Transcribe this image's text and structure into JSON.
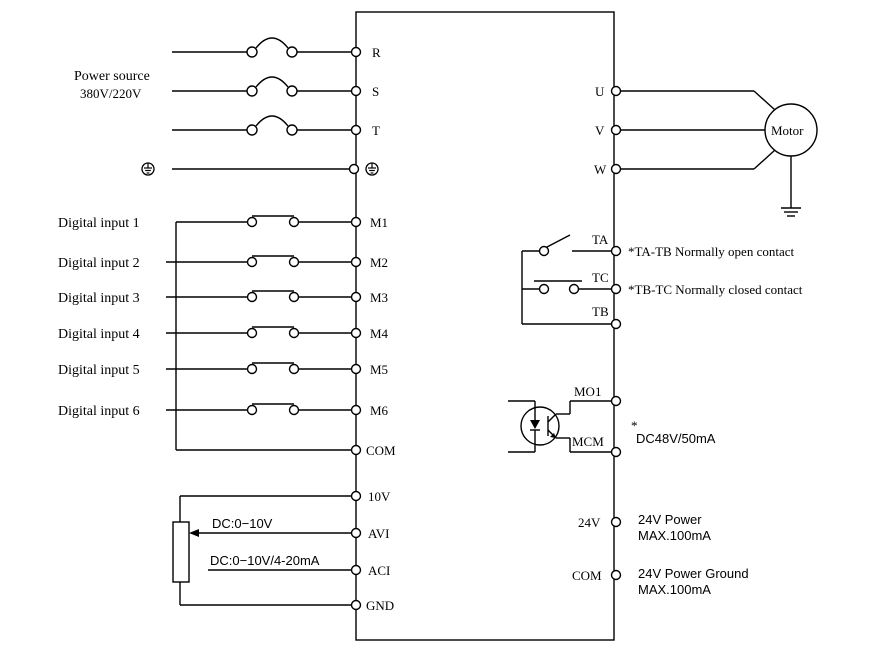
{
  "power": {
    "label": "Power source",
    "voltage": "380V/220V",
    "terminals": [
      "R",
      "S",
      "T"
    ],
    "ground_symbol": "⏚"
  },
  "digital_inputs": [
    {
      "label": "Digital  input  1",
      "terminal": "M1"
    },
    {
      "label": "Digital  input  2",
      "terminal": "M2"
    },
    {
      "label": "Digital  input  3",
      "terminal": "M3"
    },
    {
      "label": "Digital  input  4",
      "terminal": "M4"
    },
    {
      "label": "Digital  input  5",
      "terminal": "M5"
    },
    {
      "label": "Digital  input  6",
      "terminal": "M6"
    }
  ],
  "common_terminal": "COM",
  "analog": {
    "terminals": [
      "10V",
      "AVI",
      "ACI",
      "GND"
    ],
    "avi_note": "DC:0−10V",
    "aci_note": "DC:0−10V/4-20mA"
  },
  "motor": {
    "label": "Motor",
    "terminals": [
      "U",
      "V",
      "W"
    ]
  },
  "relay": {
    "terminals": [
      "TA",
      "TC",
      "TB"
    ],
    "ta_tb_note": "*TA-TB Normally open contact",
    "tb_tc_note": "*TB-TC  Normally closed contact"
  },
  "mo": {
    "terminals": [
      "MO1",
      "MCM"
    ],
    "star": "*",
    "rating": "DC48V/50mA"
  },
  "power_out": {
    "v24_terminal": "24V",
    "v24_line1": "24V Power",
    "v24_line2": "MAX.100mA",
    "com_terminal": "COM",
    "com_line1": "24V Power Ground",
    "com_line2": "MAX.100mA"
  }
}
